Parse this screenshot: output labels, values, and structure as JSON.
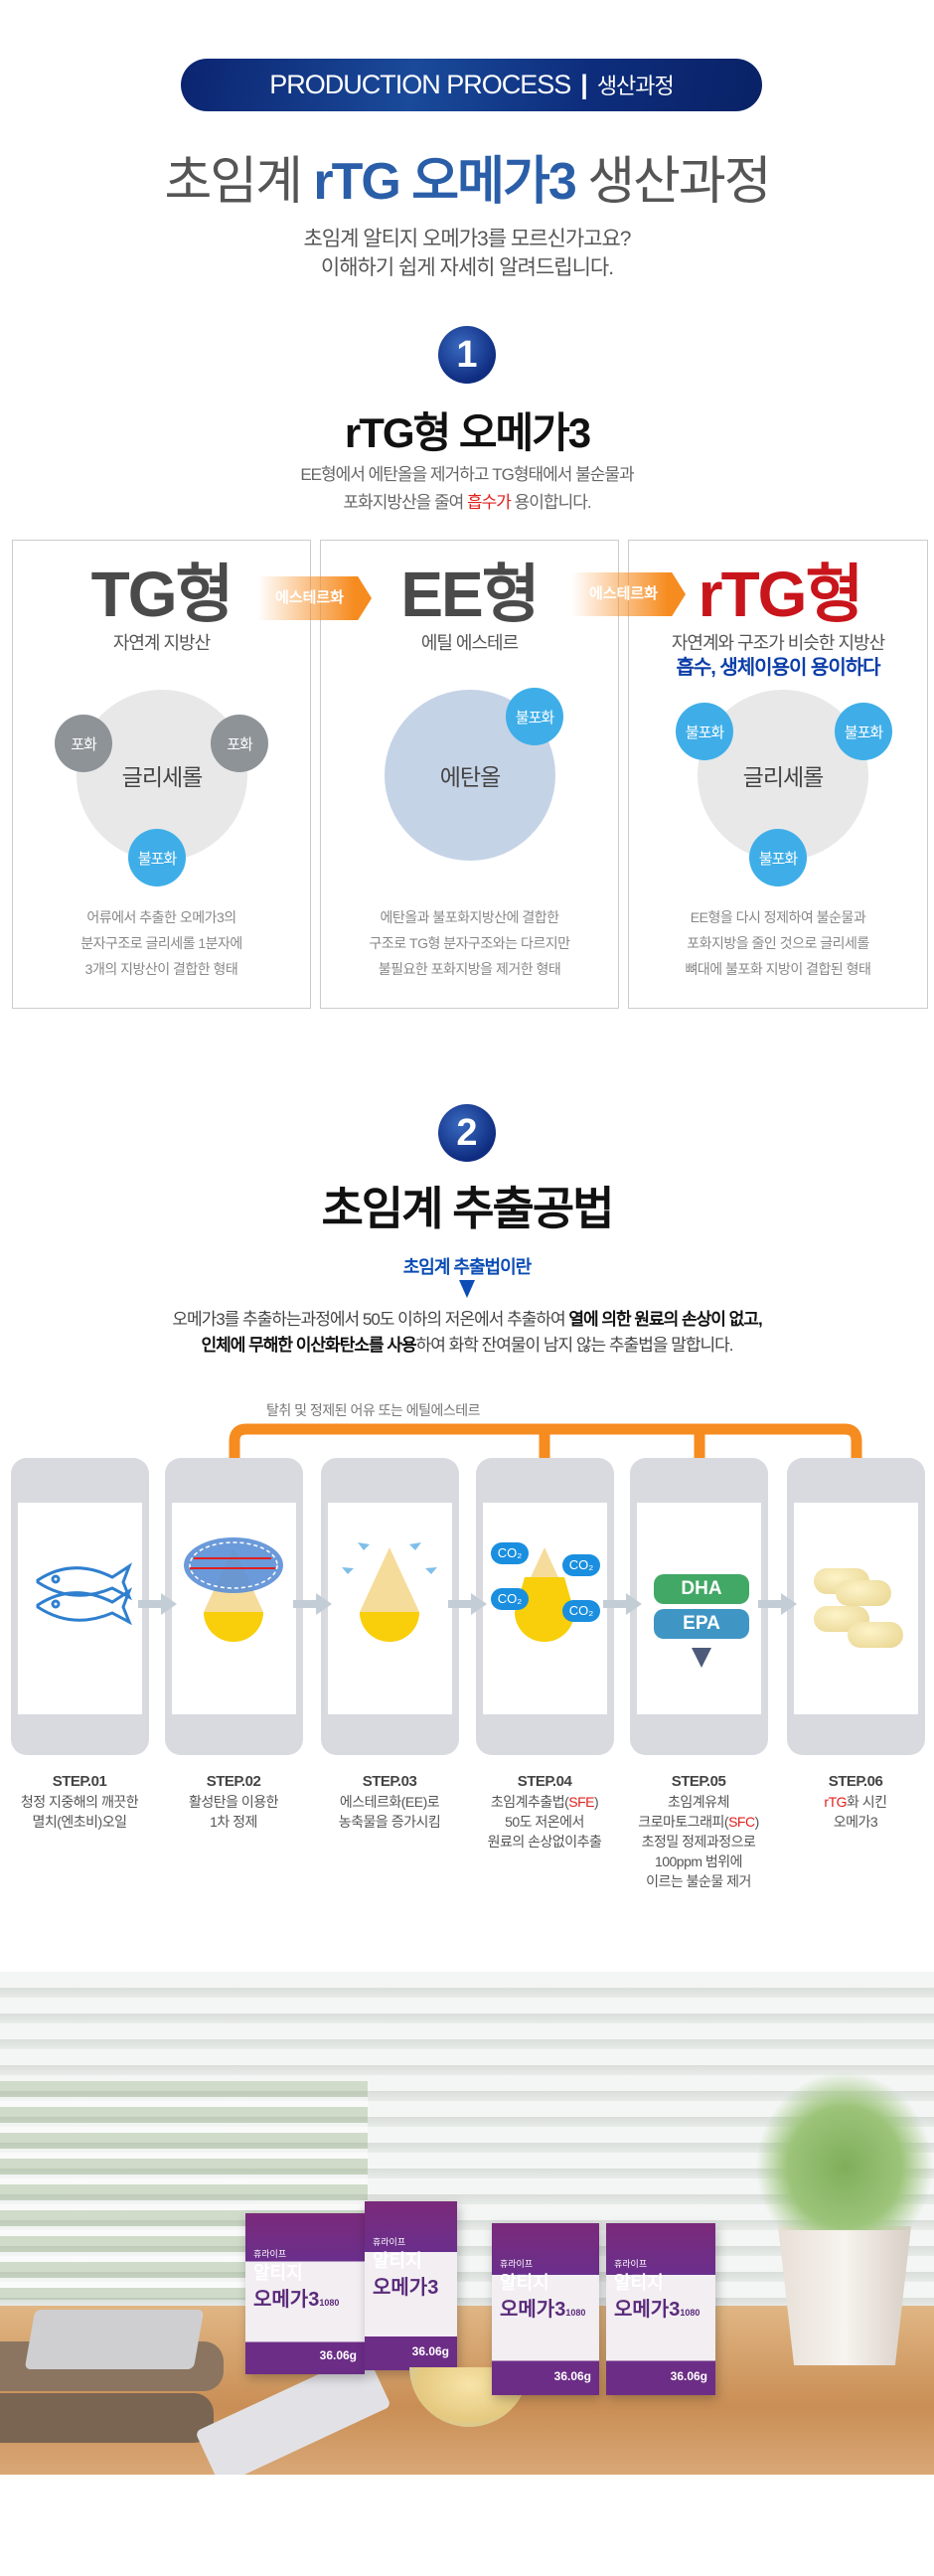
{
  "banner": {
    "en": "PRODUCTION PROCESS",
    "sep": "|",
    "ko": "생산과정"
  },
  "title": {
    "pre": "초임계 ",
    "hl": "rTG 오메가3",
    "post": " 생산과정"
  },
  "intro": [
    "초임계 알티지 오메가3를 모르신가고요?",
    "이해하기 쉽게 자세히 알려드립니다."
  ],
  "section1": {
    "num": "1",
    "title": "rTG형 오메가3",
    "desc1": "EE형에서 에탄올을 제거하고 TG형태에서 불순물과",
    "desc2_pre": "포화지방산을 줄여 ",
    "desc2_hl": "흡수가",
    "desc2_post": " 용이합니다.",
    "arrow_label": "에스테르화",
    "cards": [
      {
        "title": "TG형",
        "caption": "자연계 지방산",
        "center": "글리세롤",
        "tags": [
          "포화",
          "포화",
          "불포화"
        ],
        "desc": [
          "어류에서 추출한 오메가3의",
          "분자구조로 글리세롤 1분자에",
          "3개의 지방산이 결합한 형태"
        ]
      },
      {
        "title": "EE형",
        "caption": "에틸 에스테르",
        "center": "에탄올",
        "tags": [
          "불포화"
        ],
        "desc": [
          "에탄올과 불포화지방산에 결합한",
          "구조로 TG형 분자구조와는 다르지만",
          "불필요한 포화지방을 제거한 형태"
        ]
      },
      {
        "title": "rTG형",
        "caption": "자연계와 구조가 비슷한 지방산",
        "caption2": "흡수, 생체이용이 용이하다",
        "center": "글리세롤",
        "tags": [
          "불포화",
          "불포화",
          "불포화"
        ],
        "desc": [
          "EE형을 다시 정제하여 불순물과",
          "포화지방을 줄인 것으로 글리세롤",
          "뼈대에 불포화 지방이 결합된 형태"
        ]
      }
    ]
  },
  "section2": {
    "num": "2",
    "title": "초임계 추출공법",
    "what": "초임계 추출법이란",
    "p1_pre": "오메가3를 추출하는과정에서 50도 이하의 저온에서 추출하여 ",
    "p1_b": "열에 의한 원료의 손상이 없고,",
    "p2_b": "인체에 무해한 이산화탄소를 사용",
    "p2_post": "하여 화학 잔여물이 남지 않는 추출법을 말합니다.",
    "flow_label": "탈취 및 정제된 어유 또는 에틸에스테르",
    "co2": "CO₂",
    "dha": "DHA",
    "epa": "EPA",
    "steps": [
      {
        "label": "STEP.01",
        "lines": [
          "청정 지중해의 깨끗한",
          "멸치(엔초비)오일"
        ]
      },
      {
        "label": "STEP.02",
        "lines": [
          "활성탄을 이용한",
          "1차 정제"
        ]
      },
      {
        "label": "STEP.03",
        "lines": [
          "에스테르화(EE)로",
          "농축물을 증가시킴"
        ]
      },
      {
        "label": "STEP.04",
        "l1_pre": "초임계추출법(",
        "l1_hl": "SFE",
        "l1_post": ")",
        "lines": [
          "50도 저온에서",
          "원료의 손상없이추출"
        ]
      },
      {
        "label": "STEP.05",
        "l0": "초임계유체",
        "l1_pre": "크로마토그래피(",
        "l1_hl": "SFC",
        "l1_post": ")",
        "lines": [
          "초정밀 정제과정으로",
          "100ppm 범위에",
          "이르는 불순물 제거"
        ]
      },
      {
        "label": "STEP.06",
        "l1_hl": "rTG",
        "l1_post": "화 시킨",
        "lines": [
          "오메가3"
        ]
      }
    ]
  },
  "product": {
    "brand": "휴라이프",
    "name1": "알티지",
    "name2": "오메가3",
    "suffix": "1080",
    "weight": "36.06g"
  },
  "colors": {
    "navy": "#0e2c80",
    "blue": "#2a5ea8",
    "orange": "#f68b1f",
    "red": "#e0201c"
  }
}
